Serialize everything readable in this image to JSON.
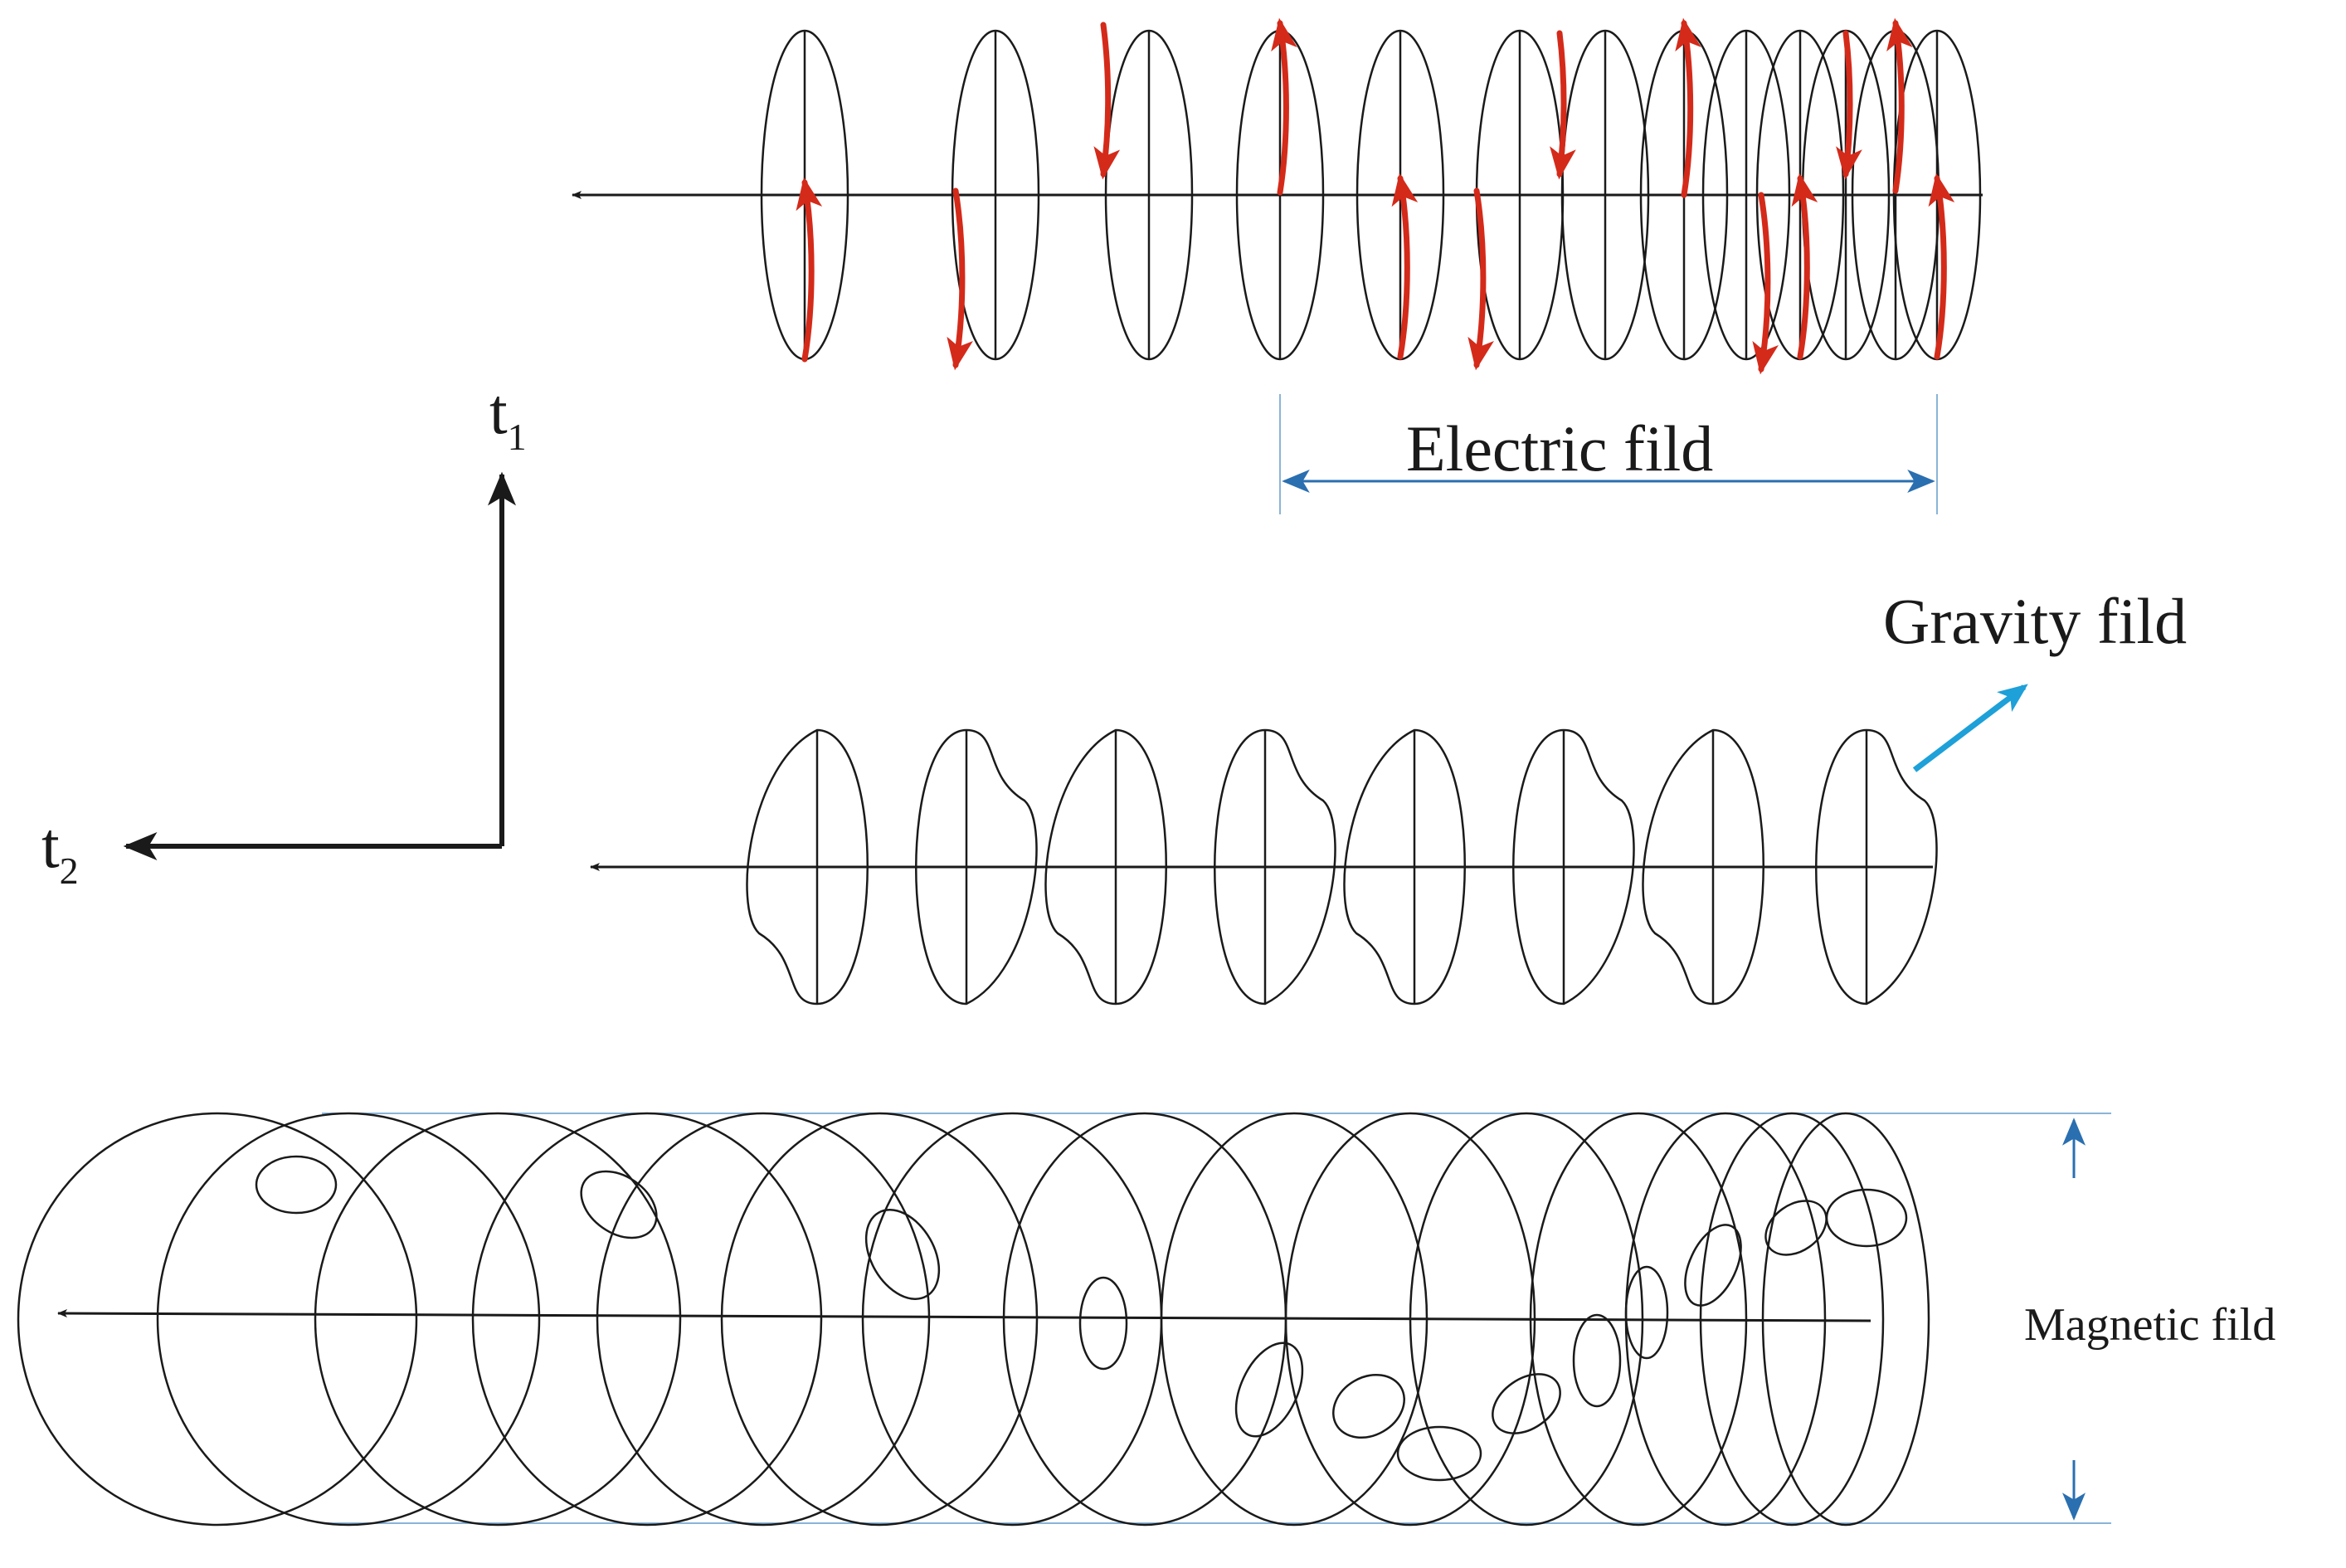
{
  "axes": {
    "t1": {
      "base": "t",
      "sub": "1"
    },
    "t2": {
      "base": "t",
      "sub": "2"
    }
  },
  "labels": {
    "electric": "Electric fild",
    "gravity": "Gravity fild",
    "magnetic": "Magnetic fild"
  },
  "colors": {
    "line": "#1a1a1a",
    "rotation_arrow": "#d42a1a",
    "dimension_arrow": "#2a6fb0",
    "gravity_arrow": "#1ea0d8",
    "guide_line": "#8ab4d8"
  },
  "electric_row": {
    "ellipse_count": 13
  },
  "gravity_row": {
    "shape_count": 8
  },
  "magnetic_row": {
    "circle_count": 15
  }
}
